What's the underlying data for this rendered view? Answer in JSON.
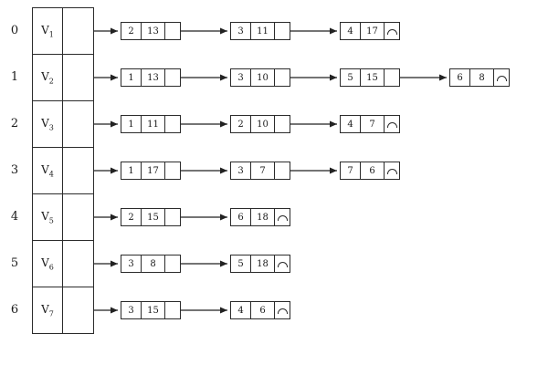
{
  "diagram": {
    "type": "adjacency-list",
    "colors": {
      "line": "#222222",
      "border": "#2b2b2b",
      "background": "#ffffff"
    },
    "icons": {
      "null_pointer": "arc-null-icon",
      "pointer": "arrow-right-icon"
    },
    "rows": [
      {
        "index": "0",
        "vertex": "V",
        "sub": "1",
        "nodes": [
          {
            "adjacent_vertex": "2",
            "weight": "13"
          },
          {
            "adjacent_vertex": "3",
            "weight": "11"
          },
          {
            "adjacent_vertex": "4",
            "weight": "17"
          }
        ]
      },
      {
        "index": "1",
        "vertex": "V",
        "sub": "2",
        "nodes": [
          {
            "adjacent_vertex": "1",
            "weight": "13"
          },
          {
            "adjacent_vertex": "3",
            "weight": "10"
          },
          {
            "adjacent_vertex": "5",
            "weight": "15"
          },
          {
            "adjacent_vertex": "6",
            "weight": "8"
          }
        ]
      },
      {
        "index": "2",
        "vertex": "V",
        "sub": "3",
        "nodes": [
          {
            "adjacent_vertex": "1",
            "weight": "11"
          },
          {
            "adjacent_vertex": "2",
            "weight": "10"
          },
          {
            "adjacent_vertex": "4",
            "weight": "7"
          }
        ]
      },
      {
        "index": "3",
        "vertex": "V",
        "sub": "4",
        "nodes": [
          {
            "adjacent_vertex": "1",
            "weight": "17"
          },
          {
            "adjacent_vertex": "3",
            "weight": "7"
          },
          {
            "adjacent_vertex": "7",
            "weight": "6"
          }
        ]
      },
      {
        "index": "4",
        "vertex": "V",
        "sub": "5",
        "nodes": [
          {
            "adjacent_vertex": "2",
            "weight": "15"
          },
          {
            "adjacent_vertex": "6",
            "weight": "18"
          }
        ]
      },
      {
        "index": "5",
        "vertex": "V",
        "sub": "6",
        "nodes": [
          {
            "adjacent_vertex": "3",
            "weight": "8"
          },
          {
            "adjacent_vertex": "5",
            "weight": "18"
          }
        ]
      },
      {
        "index": "6",
        "vertex": "V",
        "sub": "7",
        "nodes": [
          {
            "adjacent_vertex": "3",
            "weight": "15"
          },
          {
            "adjacent_vertex": "4",
            "weight": "6"
          }
        ]
      }
    ]
  }
}
